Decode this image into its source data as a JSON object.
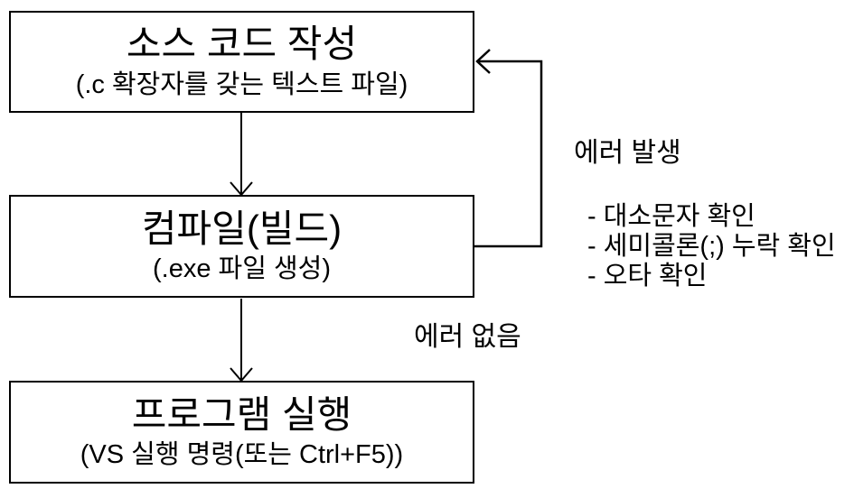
{
  "diagram": {
    "title_meaning": "C program build flow",
    "colors": {
      "background": "#ffffff",
      "line": "#000000",
      "text": "#000000"
    },
    "nodes": [
      {
        "id": "source",
        "title": "소스 코드 작성",
        "subtitle": "(.c 확장자를 갖는 텍스트 파일)"
      },
      {
        "id": "compile",
        "title": "컴파일(빌드)",
        "subtitle": "(.exe 파일 생성)"
      },
      {
        "id": "run",
        "title": "프로그램 실행",
        "subtitle": "(VS 실행 명령(또는 Ctrl+F5))"
      }
    ],
    "labels": {
      "error_occurred": "에러 발생",
      "no_error": "에러 없음",
      "error_checklist": [
        "- 대소문자 확인",
        "- 세미콜론(;) 누락 확인",
        "- 오타 확인"
      ]
    },
    "edges": [
      {
        "from": "source",
        "to": "compile",
        "type": "straight-down"
      },
      {
        "from": "compile",
        "to": "run",
        "type": "straight-down",
        "condition": "에러 없음"
      },
      {
        "from": "compile",
        "to": "source",
        "type": "right-loop",
        "condition": "에러 발생"
      }
    ]
  }
}
